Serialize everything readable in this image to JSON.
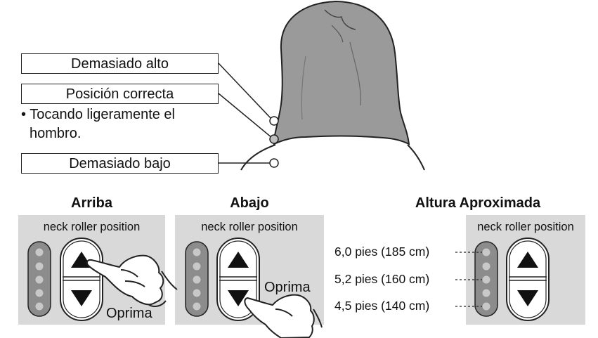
{
  "head_diagram": {
    "too_high": "Demasiado alto",
    "correct": "Posición correcta",
    "correct_note_line1": "• Tocando ligeramente el",
    "correct_note_line2": "hombro.",
    "too_low": "Demasiado bajo"
  },
  "panels": [
    {
      "heading": "Arriba",
      "caption": "neck roller position",
      "press_label": "Oprima"
    },
    {
      "heading": "Abajo",
      "caption": "neck roller position",
      "press_label": "Oprima"
    },
    {
      "heading": "Altura Aproximada",
      "caption": "neck roller position"
    }
  ],
  "heights": [
    "6,0 pies (185 cm)",
    "5,2 pies (160 cm)",
    "4,5 pies (140 cm)"
  ],
  "colors": {
    "panel_bg": "#d9d9d9",
    "hair": "#9a9a9a",
    "indicator_strip": "#8c8c8c",
    "indicator_dot": "#c8c8c8",
    "selected_point": "#bfbfbf"
  },
  "icons": [
    "up-arrow-icon",
    "down-arrow-icon",
    "pointing-hand-icon"
  ]
}
